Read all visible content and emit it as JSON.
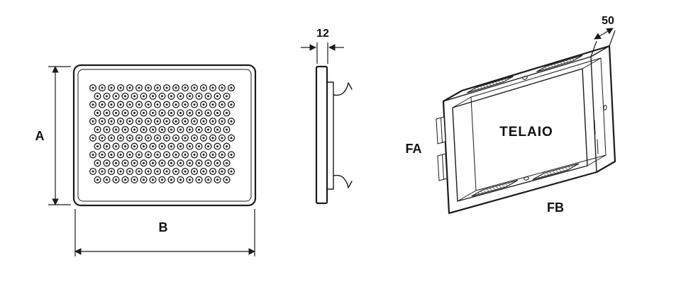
{
  "drawing": {
    "line_color": "#1b1b1b",
    "background_color": "#ffffff",
    "front_view": {
      "height_label": "A",
      "width_label": "B"
    },
    "side_view": {
      "thickness_label": "12"
    },
    "iso_view": {
      "frame_label": "TELAIO",
      "depth_label": "50",
      "left_side_label": "FA",
      "bottom_side_label": "FB"
    }
  }
}
